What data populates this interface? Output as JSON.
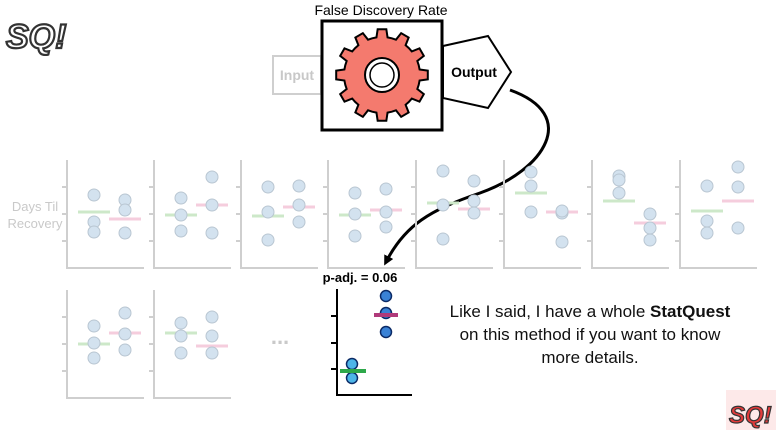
{
  "header": {
    "title": "False Discovery Rate"
  },
  "machine": {
    "input_label": "Input",
    "output_label": "Output",
    "gear_color": "#f47a6e"
  },
  "plots": {
    "y_axis_label_line1": "Days Til",
    "y_axis_label_line2": "Recovery",
    "ellipsis": "...",
    "highlight_label": "p-adj. = 0.06"
  },
  "caption": {
    "line1_pre": "Like I said, I have a whole ",
    "line1_bold": "StatQuest",
    "line2": "on this method if you want to know",
    "line3": "more details."
  },
  "logo": {
    "text": "SQ!"
  },
  "colors": {
    "faded_dot": "#d3e2ef",
    "faded_green": "#cde8c9",
    "faded_pink": "#f5cddd",
    "dot_blue": "#3a82d6",
    "green": "#2ea84a",
    "magenta": "#b03a7a"
  }
}
